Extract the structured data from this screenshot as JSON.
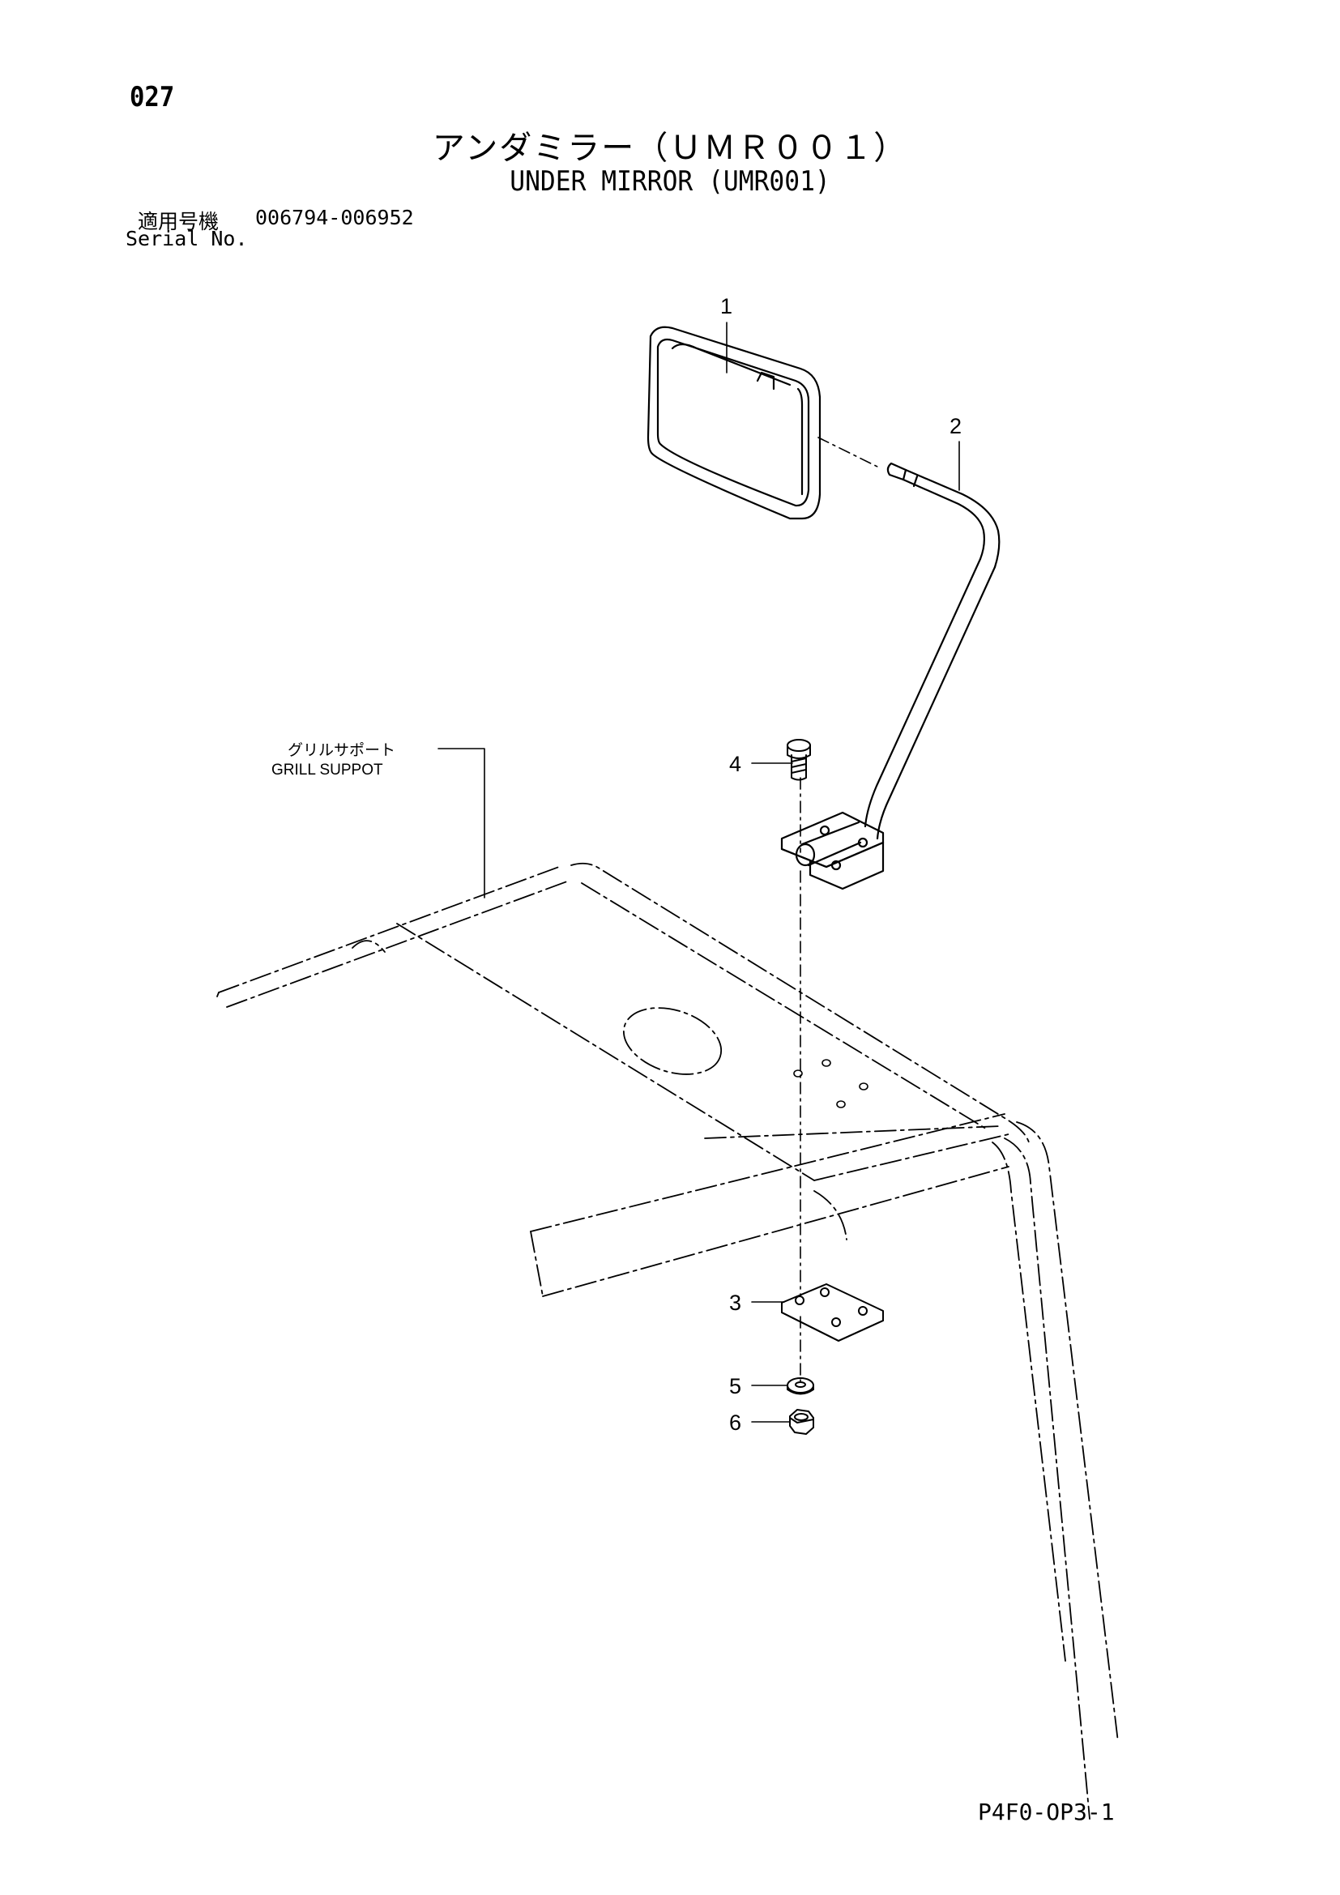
{
  "page": {
    "number": "027",
    "title_jp": "アンダミラー（ＵＭＲ００１）",
    "title_en": "UNDER MIRROR (UMR001)",
    "serial_label_jp": "適用号機",
    "serial_range": "006794-006952",
    "serial_label_en": "Serial No.",
    "footer_code": "P4F0-OP3-1"
  },
  "diagram": {
    "reference_label": {
      "jp": "グリルサポート",
      "en": "GRILL SUPPOT"
    },
    "callouts": [
      {
        "id": "1",
        "part": "mirror"
      },
      {
        "id": "2",
        "part": "stay"
      },
      {
        "id": "3",
        "part": "plate"
      },
      {
        "id": "4",
        "part": "bolt"
      },
      {
        "id": "5",
        "part": "washer"
      },
      {
        "id": "6",
        "part": "nut"
      }
    ],
    "colors": {
      "ink": "#000000",
      "paper": "#ffffff"
    }
  }
}
